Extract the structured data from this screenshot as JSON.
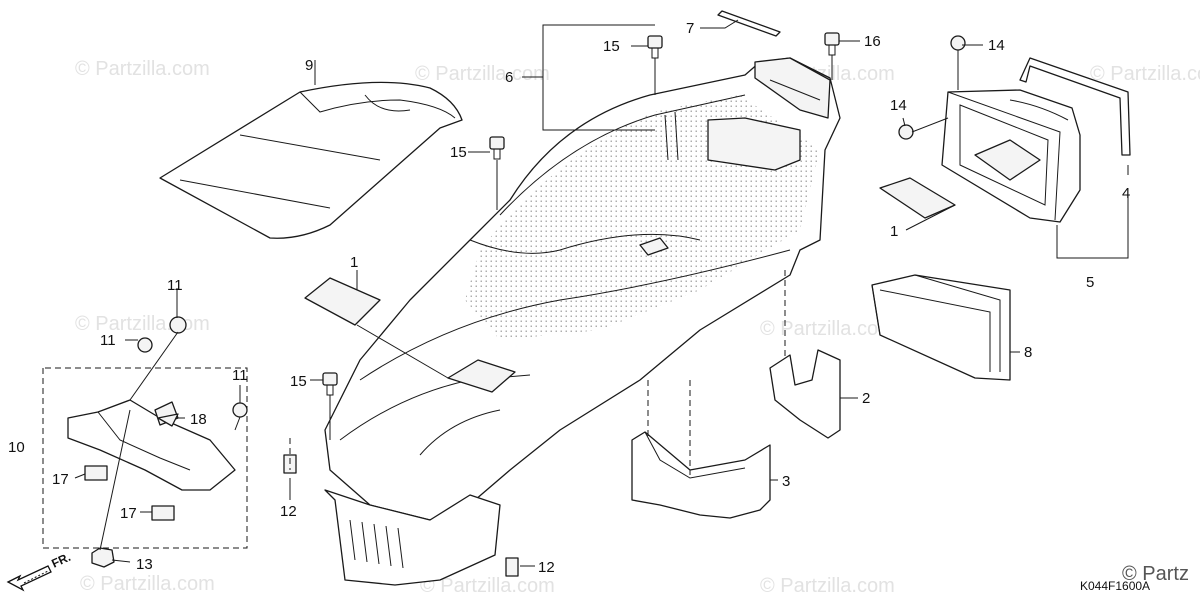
{
  "watermark": "© Partzilla.com",
  "watermark_corner": "© Partz",
  "diagram_code": "K044F1600A",
  "direction_label": "FR.",
  "callouts": [
    {
      "id": "c1a",
      "text": "1"
    },
    {
      "id": "c1b",
      "text": "1"
    },
    {
      "id": "c2",
      "text": "2"
    },
    {
      "id": "c3",
      "text": "3"
    },
    {
      "id": "c4",
      "text": "4"
    },
    {
      "id": "c5",
      "text": "5"
    },
    {
      "id": "c6",
      "text": "6"
    },
    {
      "id": "c7",
      "text": "7"
    },
    {
      "id": "c8",
      "text": "8"
    },
    {
      "id": "c9",
      "text": "9"
    },
    {
      "id": "c10",
      "text": "10"
    },
    {
      "id": "c11a",
      "text": "11"
    },
    {
      "id": "c11b",
      "text": "11"
    },
    {
      "id": "c11c",
      "text": "11"
    },
    {
      "id": "c12a",
      "text": "12"
    },
    {
      "id": "c12b",
      "text": "12"
    },
    {
      "id": "c13",
      "text": "13"
    },
    {
      "id": "c14a",
      "text": "14"
    },
    {
      "id": "c14b",
      "text": "14"
    },
    {
      "id": "c15a",
      "text": "15"
    },
    {
      "id": "c15b",
      "text": "15"
    },
    {
      "id": "c15c",
      "text": "15"
    },
    {
      "id": "c16",
      "text": "16"
    },
    {
      "id": "c17a",
      "text": "17"
    },
    {
      "id": "c17b",
      "text": "17"
    },
    {
      "id": "c18",
      "text": "18"
    }
  ]
}
